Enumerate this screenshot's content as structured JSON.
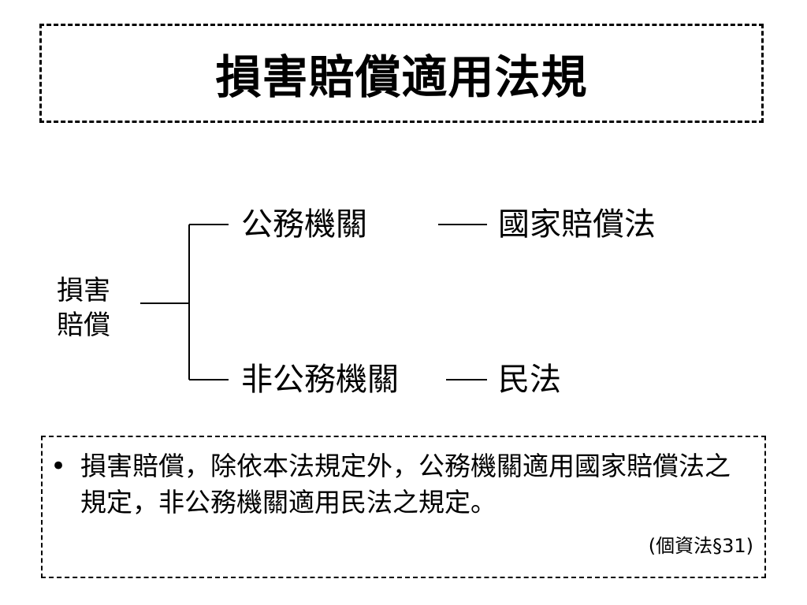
{
  "title": "損害賠償適用法規",
  "diagram": {
    "root": [
      "損害",
      "賠償"
    ],
    "branches": [
      {
        "entity": "公務機關",
        "law": "國家賠償法"
      },
      {
        "entity": "非公務機關",
        "law": "民法"
      }
    ]
  },
  "note": {
    "bullet": "•",
    "text": "損害賠償，除依本法規定外，公務機關適用國家賠償法之規定，非公務機關適用民法之規定。",
    "source": "(個資法§31)"
  }
}
